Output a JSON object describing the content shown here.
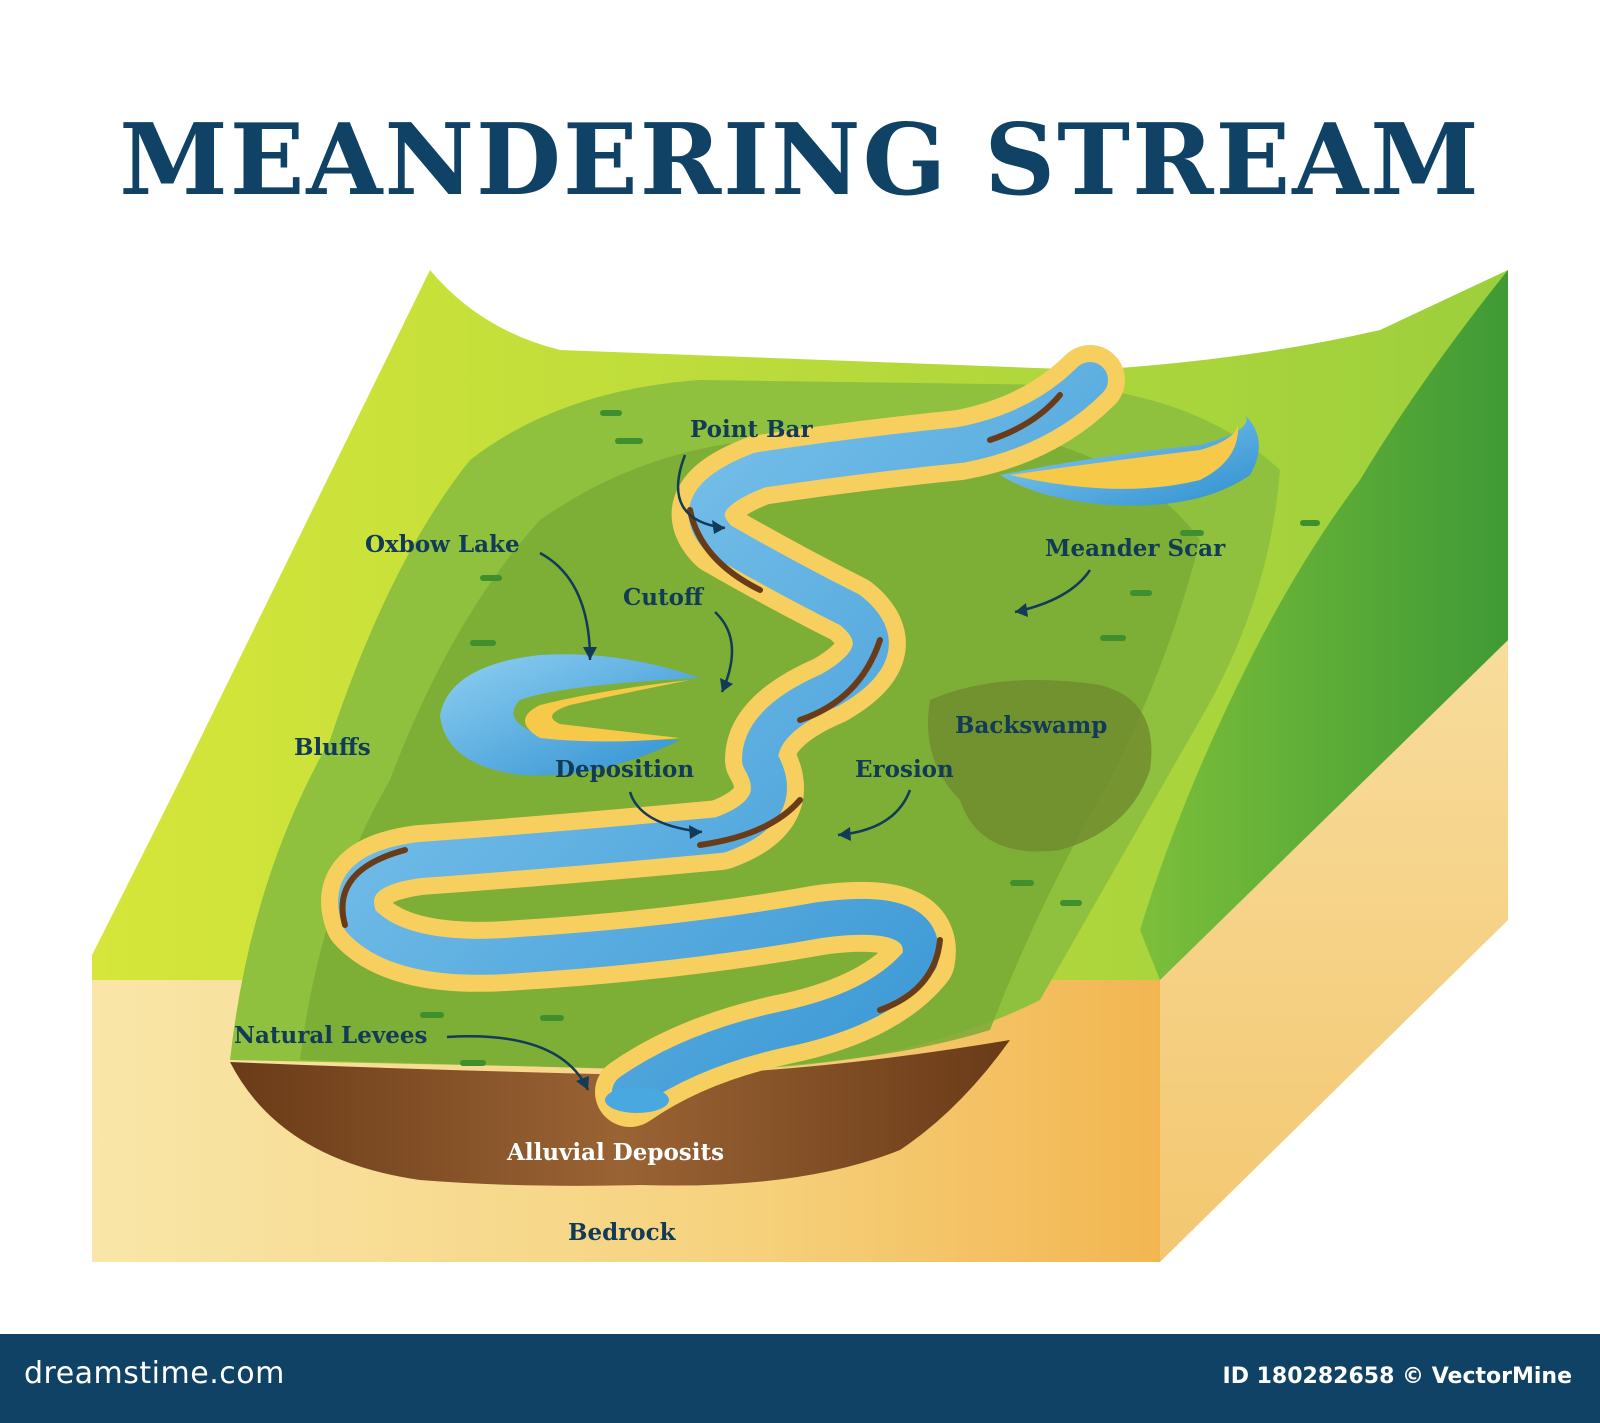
{
  "title": "MEANDERING STREAM",
  "labels": {
    "point_bar": "Point Bar",
    "oxbow_lake": "Oxbow Lake",
    "cutoff": "Cutoff",
    "meander_scar": "Meander Scar",
    "backswamp": "Backswamp",
    "bluffs": "Bluffs",
    "deposition": "Deposition",
    "erosion": "Erosion",
    "natural_levees": "Natural Levees",
    "alluvial_deposits": "Alluvial Deposits",
    "bedrock": "Bedrock"
  },
  "footer": {
    "site": "dreamstime.com",
    "credit": "ID 180282658 © VectorMine"
  },
  "colors": {
    "title": "#0f4264",
    "grass_light": "#c8e03a",
    "grass": "#8cc63f",
    "grass_dark": "#5a9a2a",
    "floodplain": "#7aa838",
    "water": "#4aa8e0",
    "sand": "#f7cf5e",
    "sediment": "#7a4b22",
    "bedrock": "#f6d588"
  }
}
